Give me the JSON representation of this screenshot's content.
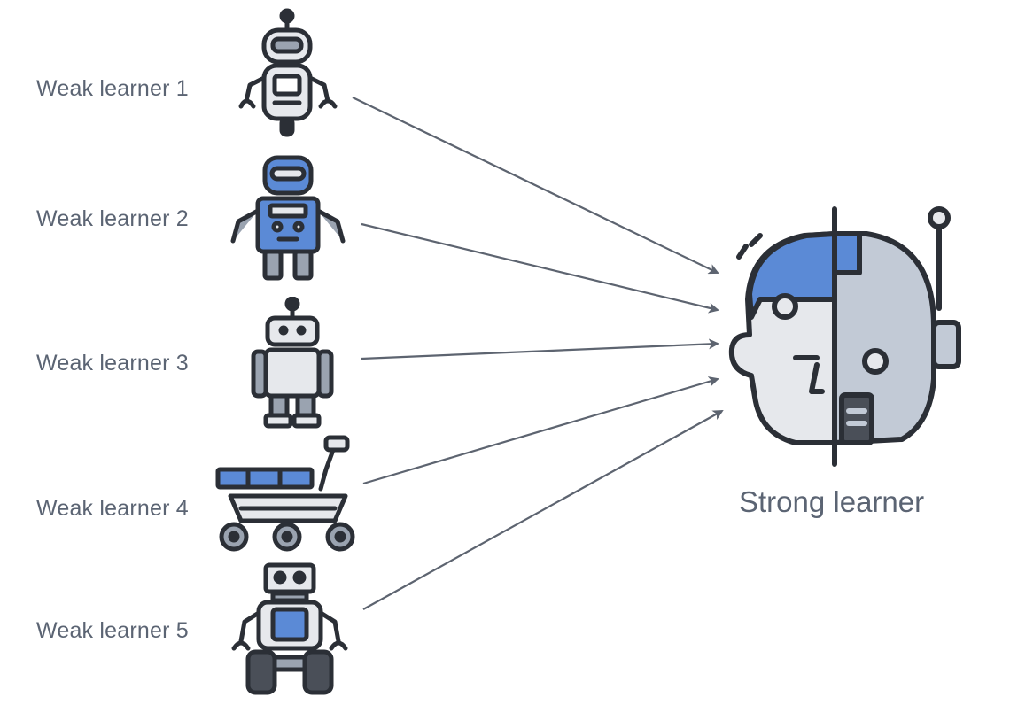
{
  "weak_learners": [
    {
      "label": "Weak learner 1",
      "icon": "robot-1-icon"
    },
    {
      "label": "Weak learner 2",
      "icon": "robot-2-icon"
    },
    {
      "label": "Weak learner 3",
      "icon": "robot-3-icon"
    },
    {
      "label": "Weak learner 4",
      "icon": "rover-robot-icon"
    },
    {
      "label": "Weak learner 5",
      "icon": "robot-5-icon"
    }
  ],
  "strong_learner": {
    "label": "Strong learner",
    "icon": "cyborg-head-icon"
  },
  "colors": {
    "outline": "#2b2f36",
    "accent_blue": "#5b8ad6",
    "light_gray": "#e6e8ec",
    "mid_gray": "#9aa3b0",
    "arrow": "#5d6470",
    "text": "#5b6473"
  }
}
